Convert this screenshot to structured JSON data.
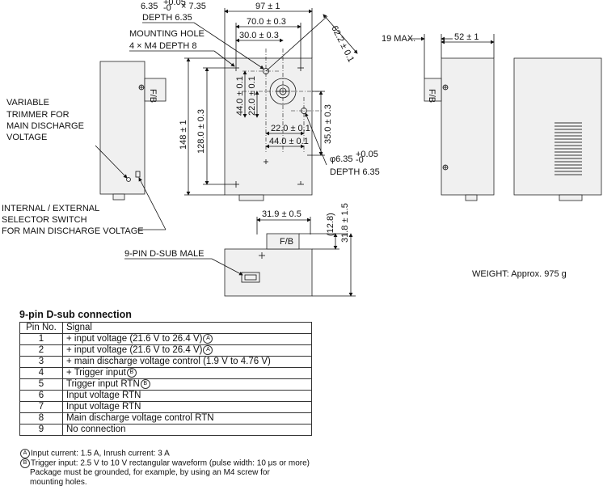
{
  "front": {
    "top_width": "97 ± 1",
    "inner_width": "70.0 ± 0.3",
    "center_width": "30.0 ± 0.3",
    "height": "148 ± 1",
    "inner_height": "128.0 ± 0.3",
    "hole_sep_v": "44.0 ± 0.1",
    "hole_half_v": "22.0 ± 0.1",
    "hole_half_h": "22.0 ± 0.1",
    "hole_sep_h": "44.0 ± 0.1",
    "right_offset": "35.0 ± 0.3",
    "diag": "62.2 ± 0.1",
    "pin_spec_line1": "6.35",
    "pin_spec_tol": "+0.05\n-0",
    "pin_spec_line1b": "× 7.35",
    "pin_spec_line2": "DEPTH 6.35",
    "mount_hole_line1": "MOUNTING HOLE",
    "mount_hole_line2": "4 × M4 DEPTH 8",
    "hole_spec_line1": "φ6.35",
    "hole_spec_line2": "DEPTH 6.35"
  },
  "left_label": {
    "line1": "VARIABLE",
    "line2": "TRIMMER FOR",
    "line3": "MAIN DISCHARGE",
    "line4": "VOLTAGE"
  },
  "selector_label": {
    "line1": "INTERNAL / EXTERNAL",
    "line2": "SELECTOR SWITCH",
    "line3": "FOR MAIN DISCHARGE VOLTAGE"
  },
  "right_side": {
    "max_label": "19 MAX.",
    "depth": "52 ± 1"
  },
  "bottom": {
    "width": "31.9 ± 0.5",
    "ref": "(12.8)",
    "height": "31.8 ± 1.5",
    "dsub_label": "9-PIN D-SUB MALE"
  },
  "weight": "WEIGHT: Approx. 975 g",
  "pin_table": {
    "title": "9-pin D-sub connection",
    "header_pin": "Pin No.",
    "header_signal": "Signal",
    "rows": [
      {
        "pin": "1",
        "signal": "+ input voltage (21.6 V to 26.4 V)",
        "mark": "A"
      },
      {
        "pin": "2",
        "signal": "+ input voltage (21.6 V to 26.4 V)",
        "mark": "A"
      },
      {
        "pin": "3",
        "signal": "+ main discharge voltage control (1.9 V to 4.76 V)",
        "mark": ""
      },
      {
        "pin": "4",
        "signal": "+ Trigger input",
        "mark": "B"
      },
      {
        "pin": "5",
        "signal": "Trigger input RTN",
        "mark": "B"
      },
      {
        "pin": "6",
        "signal": "Input voltage RTN",
        "mark": ""
      },
      {
        "pin": "7",
        "signal": "Input voltage RTN",
        "mark": ""
      },
      {
        "pin": "8",
        "signal": "Main discharge voltage control RTN",
        "mark": ""
      },
      {
        "pin": "9",
        "signal": "No connection",
        "mark": ""
      }
    ]
  },
  "notes": {
    "a_mark": "A",
    "a": "Input current: 1.5 A, Inrush current: 3 A",
    "b_mark": "B",
    "b": "Trigger input: 2.5 V to 10 V rectangular waveform (pulse width: 10 μs or more)",
    "c1": "Package must be grounded, for example, by using an M4 screw for",
    "c2": "mounting holes."
  }
}
